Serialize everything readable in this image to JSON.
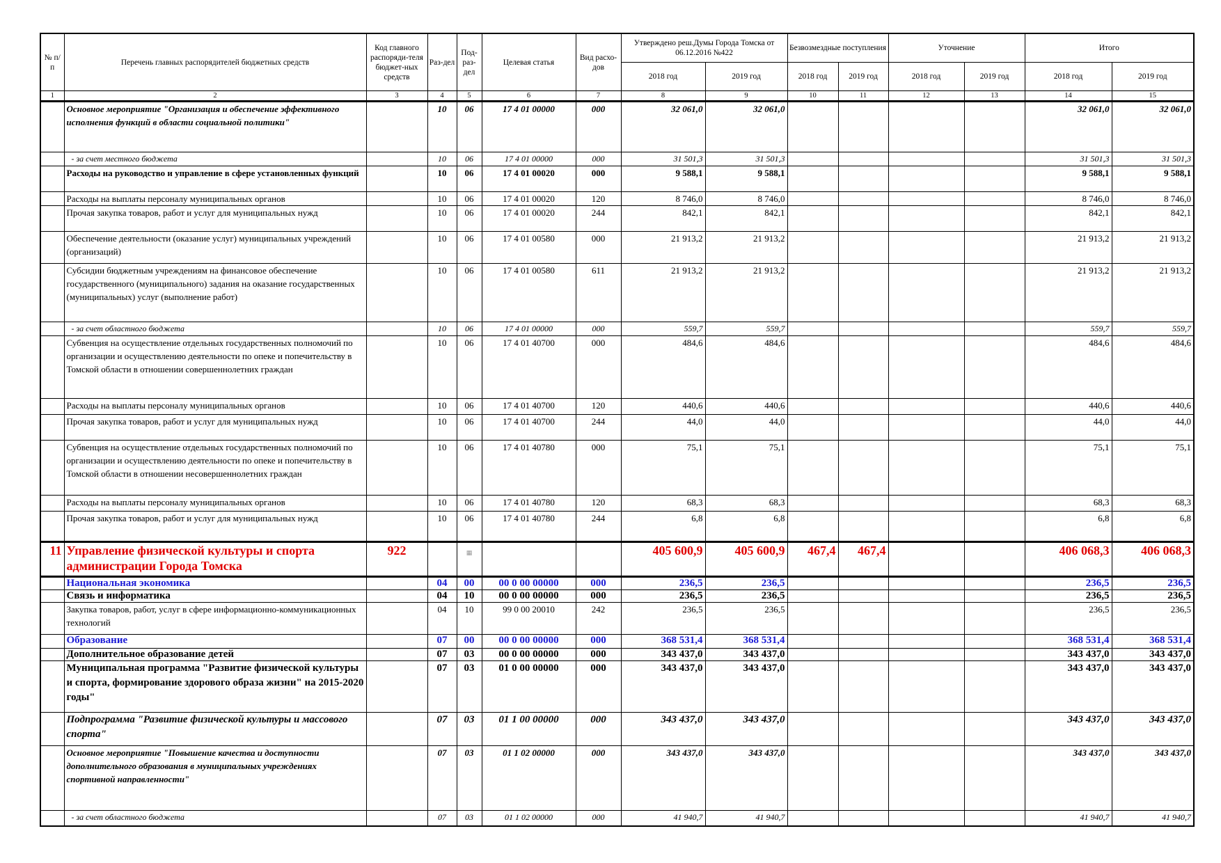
{
  "header": {
    "no": "№ п/п",
    "name": "Перечень главных распорядителей бюджетных средств",
    "code": "Код главного распоряди-теля бюджет-ных средств",
    "section": "Раз-дел",
    "subsection": "Под-раз-дел",
    "target": "Целевая статья",
    "type": "Вид расхо-дов",
    "approved": "Утверждено реш.Думы Города Томска от 06.12.2016 №422",
    "free": "Безвозмездные поступления",
    "clarify": "Уточнение",
    "total": "Итого",
    "y2018": "2018 год",
    "y2019": "2019 год",
    "colnums": [
      "1",
      "2",
      "3",
      "4",
      "5",
      "6",
      "7",
      "8",
      "9",
      "10",
      "11",
      "12",
      "13",
      "14",
      "15"
    ]
  },
  "rows": [
    {
      "name": "Основное мероприятие \"Организация и обеспечение эффективного исполнения функций в области социальной политики\"",
      "sec": "10",
      "sub": "06",
      "cs": "17 4 01 00000",
      "vr": "000",
      "a18": "32 061,0",
      "a19": "32 061,0",
      "t18": "32 061,0",
      "t19": "32 061,0"
    },
    {
      "name": "- за счет местного бюджета",
      "sec": "10",
      "sub": "06",
      "cs": "17 4 01 00000",
      "vr": "000",
      "a18": "31 501,3",
      "a19": "31 501,3",
      "t18": "31 501,3",
      "t19": "31 501,3"
    },
    {
      "name": "Расходы на руководство и управление в сфере установленных функций",
      "sec": "10",
      "sub": "06",
      "cs": "17 4 01 00020",
      "vr": "000",
      "a18": "9 588,1",
      "a19": "9 588,1",
      "t18": "9 588,1",
      "t19": "9 588,1"
    },
    {
      "name": "Расходы на выплаты персоналу муниципальных органов",
      "sec": "10",
      "sub": "06",
      "cs": "17 4 01 00020",
      "vr": "120",
      "a18": "8 746,0",
      "a19": "8 746,0",
      "t18": "8 746,0",
      "t19": "8 746,0"
    },
    {
      "name": "Прочая закупка товаров, работ и услуг для муниципальных нужд",
      "sec": "10",
      "sub": "06",
      "cs": "17 4 01 00020",
      "vr": "244",
      "a18": "842,1",
      "a19": "842,1",
      "t18": "842,1",
      "t19": "842,1"
    },
    {
      "name": "Обеспечение деятельности (оказание услуг) муниципальных учреждений (организаций)",
      "sec": "10",
      "sub": "06",
      "cs": "17 4 01 00580",
      "vr": "000",
      "a18": "21 913,2",
      "a19": "21 913,2",
      "t18": "21 913,2",
      "t19": "21 913,2"
    },
    {
      "name": "Субсидии бюджетным учреждениям на финансовое обеспечение государственного (муниципального) задания на оказание государственных (муниципальных) услуг (выполнение работ)",
      "sec": "10",
      "sub": "06",
      "cs": "17 4 01 00580",
      "vr": "611",
      "a18": "21 913,2",
      "a19": "21 913,2",
      "t18": "21 913,2",
      "t19": "21 913,2"
    },
    {
      "name": "- за счет областного бюджета",
      "sec": "10",
      "sub": "06",
      "cs": "17 4 01 00000",
      "vr": "000",
      "a18": "559,7",
      "a19": "559,7",
      "t18": "559,7",
      "t19": "559,7"
    },
    {
      "name": "Субвенция на осуществление отдельных государственных полномочий по организации и осуществлению деятельности по опеке и попечительству в Томской области в отношении совершеннолетних граждан",
      "sec": "10",
      "sub": "06",
      "cs": "17 4 01 40700",
      "vr": "000",
      "a18": "484,6",
      "a19": "484,6",
      "t18": "484,6",
      "t19": "484,6"
    },
    {
      "name": "Расходы на выплаты персоналу муниципальных органов",
      "sec": "10",
      "sub": "06",
      "cs": "17 4 01 40700",
      "vr": "120",
      "a18": "440,6",
      "a19": "440,6",
      "t18": "440,6",
      "t19": "440,6"
    },
    {
      "name": "Прочая закупка товаров, работ и услуг для муниципальных нужд",
      "sec": "10",
      "sub": "06",
      "cs": "17 4 01 40700",
      "vr": "244",
      "a18": "44,0",
      "a19": "44,0",
      "t18": "44,0",
      "t19": "44,0"
    },
    {
      "name": "Субвенция на осуществление отдельных государственных полномочий по организации и осуществлению деятельности по опеке и попечительству в Томской области в отношении несовершеннолетних граждан",
      "sec": "10",
      "sub": "06",
      "cs": "17 4 01 40780",
      "vr": "000",
      "a18": "75,1",
      "a19": "75,1",
      "t18": "75,1",
      "t19": "75,1"
    },
    {
      "name": "Расходы на выплаты персоналу муниципальных органов",
      "sec": "10",
      "sub": "06",
      "cs": "17 4 01 40780",
      "vr": "120",
      "a18": "68,3",
      "a19": "68,3",
      "t18": "68,3",
      "t19": "68,3"
    },
    {
      "name": "Прочая закупка товаров, работ и услуг для муниципальных нужд",
      "sec": "10",
      "sub": "06",
      "cs": "17 4 01 40780",
      "vr": "244",
      "a18": "6,8",
      "a19": "6,8",
      "t18": "6,8",
      "t19": "6,8"
    },
    {
      "no": "11",
      "name": "Управление физической культуры и спорта администрации Города Томска",
      "code": "922",
      "a18": "405 600,9",
      "a19": "405 600,9",
      "f18": "467,4",
      "f19": "467,4",
      "t18": "406 068,3",
      "t19": "406 068,3"
    },
    {
      "name": "Национальная экономика",
      "sec": "04",
      "sub": "00",
      "cs": "00 0 00 00000",
      "vr": "000",
      "a18": "236,5",
      "a19": "236,5",
      "t18": "236,5",
      "t19": "236,5"
    },
    {
      "name": "Связь и информатика",
      "sec": "04",
      "sub": "10",
      "cs": "00 0 00 00000",
      "vr": "000",
      "a18": "236,5",
      "a19": "236,5",
      "t18": "236,5",
      "t19": "236,5"
    },
    {
      "name": "Закупка товаров, работ, услуг в сфере информационно-коммуникационных технологий",
      "sec": "04",
      "sub": "10",
      "cs": "99 0 00 20010",
      "vr": "242",
      "a18": "236,5",
      "a19": "236,5",
      "t18": "236,5",
      "t19": "236,5"
    },
    {
      "name": "Образование",
      "sec": "07",
      "sub": "00",
      "cs": "00 0 00 00000",
      "vr": "000",
      "a18": "368 531,4",
      "a19": "368 531,4",
      "t18": "368 531,4",
      "t19": "368 531,4"
    },
    {
      "name": "Дополнительное образование детей",
      "sec": "07",
      "sub": "03",
      "cs": "00 0 00 00000",
      "vr": "000",
      "a18": "343 437,0",
      "a19": "343 437,0",
      "t18": "343 437,0",
      "t19": "343 437,0"
    },
    {
      "name": "Муниципальная программа \"Развитие физической культуры и спорта, формирование здорового образа жизни\" на 2015-2020 годы\"",
      "sec": "07",
      "sub": "03",
      "cs": "01 0 00 00000",
      "vr": "000",
      "a18": "343 437,0",
      "a19": "343 437,0",
      "t18": "343 437,0",
      "t19": "343 437,0"
    },
    {
      "name": "Подпрограмма \"Развитие физической культуры и массового спорта\"",
      "sec": "07",
      "sub": "03",
      "cs": "01 1 00 00000",
      "vr": "000",
      "a18": "343 437,0",
      "a19": "343 437,0",
      "t18": "343 437,0",
      "t19": "343 437,0"
    },
    {
      "name": "Основное мероприятие \"Повышение качества и доступности дополнительного образования в муниципальных учреждениях спортивной направленности\"",
      "sec": "07",
      "sub": "03",
      "cs": "01 1 02 00000",
      "vr": "000",
      "a18": "343 437,0",
      "a19": "343 437,0",
      "t18": "343 437,0",
      "t19": "343 437,0"
    },
    {
      "name": "- за счет областного бюджета",
      "sec": "07",
      "sub": "03",
      "cs": "01 1 02 00000",
      "vr": "000",
      "a18": "41 940,7",
      "a19": "41 940,7",
      "t18": "41 940,7",
      "t19": "41 940,7"
    }
  ]
}
